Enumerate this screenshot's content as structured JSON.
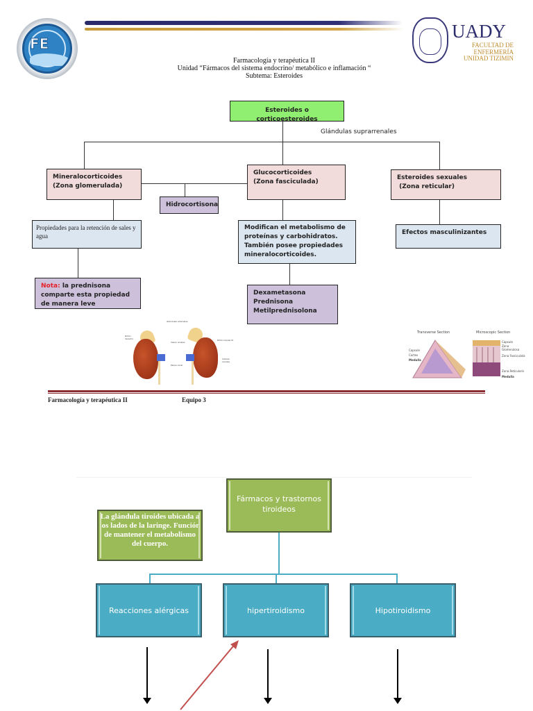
{
  "header": {
    "left_logo": "faculty-seal-logo",
    "right_logo": {
      "brand": "UADY",
      "lines": [
        "FACULTAD DE",
        "ENFERMERÍA",
        "UNIDAD TIZIMIN"
      ]
    },
    "course": "Farmacología y terapéutica II",
    "unit": "Unidad “Fármacos  del sistema endocrino/ metabólico e inflamación “",
    "subtopic": "Subtema: Esteroides"
  },
  "map1": {
    "root": "Esteroides o corticoesteroides",
    "branch_label": "Glándulas suprarrenales",
    "mineral": {
      "title": "Mineralocorticoides",
      "zone": "(Zona glomerulada)"
    },
    "gluco": {
      "title": "Glucocorticoides",
      "zone": "(Zona fasciculada)"
    },
    "sexual": {
      "title": "Esteroides sexuales",
      "zone": " (Zona reticular)"
    },
    "hidro": "Hidrocortisona",
    "prop": "Propiedades para la retención de sales y agua",
    "modif": "Modifican el metabolismo de proteínas y carbohidratos. También posee propiedades mineralocorticoides.",
    "efectos": "Efectos masculinizantes",
    "nota_label": "Nota:",
    "nota_text": " la prednisona comparte esta propiedad de manera leve",
    "meds": [
      "Dexametasona",
      "Prednisona",
      "Metilprednisolona"
    ]
  },
  "illustrations": {
    "kidneys": {
      "labels": [
        "Glándulas adrenales",
        "Riñón derecho",
        "Riñón izquierdo",
        "Vasos renales",
        "Cálices renales",
        "Pelvis renal"
      ]
    },
    "sections": {
      "transverse_title": "Transverse Section",
      "microscopic_title": "Microscopic Section",
      "transverse_labels": [
        "Capsule",
        "Cortex",
        "Medulla"
      ],
      "microscopic_labels": [
        "Capsule",
        "Zona Glomerulosa",
        "Zona Fasciculata",
        "Zona Reticularis",
        "Medulla"
      ]
    }
  },
  "footer": {
    "course": "Farmacología y terapéutica II",
    "team": "Equipo 3"
  },
  "map2": {
    "root": "Fármacos y trastornos tiroideos",
    "note": "La glándula tiroides ubicada a los lados de la laringe. Función de mantener el metabolismo del cuerpo.",
    "children": [
      "Reacciones alérgicas",
      "hipertiroidismo",
      "Hipotiroidismo"
    ]
  },
  "colors": {
    "root_green": "#90ee70",
    "pink_box": "#f2dcdb",
    "blue_box": "#dce6f1",
    "purple_box": "#ccc0da",
    "note_red": "#e5202a",
    "olive_green": "#9bbb59",
    "teal": "#4bacc6",
    "footer_rule": "#8b2e33",
    "brand_navy": "#2e2e6e",
    "brand_gold": "#c08a2c"
  }
}
